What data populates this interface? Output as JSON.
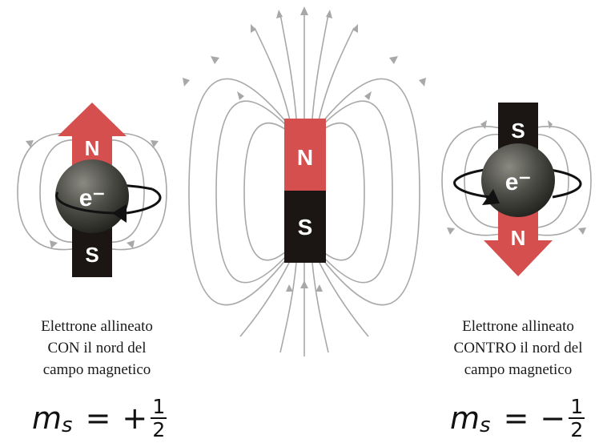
{
  "labels": {
    "north": "N",
    "south": "S",
    "electron": "e⁻"
  },
  "left": {
    "caption": [
      "Elettrone allineato",
      "CON il nord del",
      "campo magnetico"
    ],
    "formula": {
      "symbol": "m",
      "subscript": "s",
      "equals": "=",
      "sign": "+",
      "numerator": "1",
      "denominator": "2"
    }
  },
  "right": {
    "caption": [
      "Elettrone allineato",
      "CONTRO il nord del",
      "campo magnetico"
    ],
    "formula": {
      "symbol": "m",
      "subscript": "s",
      "equals": "=",
      "sign": "−",
      "numerator": "1",
      "denominator": "2"
    }
  },
  "colors": {
    "north": "#d64f4f",
    "south": "#1b1613",
    "field_lines": "#a8a8a8",
    "electron": "#4a4a44",
    "orbit": "#111111"
  }
}
